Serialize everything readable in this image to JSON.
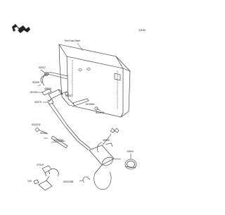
{
  "diagram": {
    "page_code": "31153",
    "reference_label": "Ref.Fuel Tank",
    "part_numbers": {
      "p92037_top": "92037",
      "p92200": "92200",
      "p92037_hose": "92037",
      "p92190": "92190",
      "p49019": "49019",
      "p92037_mid": "92037",
      "p92075": "92075",
      "p92190a": "92190A",
      "p920376": "920376",
      "p92037a": "92037A",
      "p92161": "92161",
      "p920376a": "920376A",
      "p27010": "27010",
      "p49040": "49040",
      "p130": "130",
      "p920376b": "920376B",
      "p13091": "13091"
    }
  }
}
